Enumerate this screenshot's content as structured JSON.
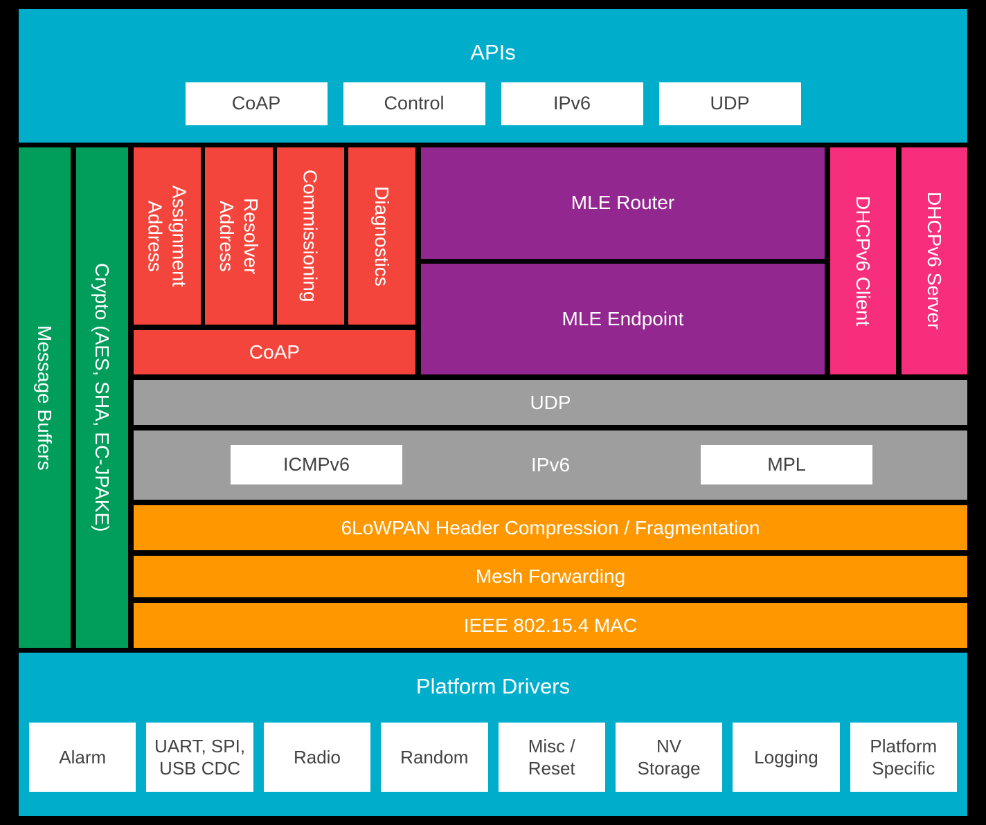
{
  "palette": {
    "background": "#000000",
    "cyan": "#00AECB",
    "green": "#009D5B",
    "red": "#F4453C",
    "purple": "#92278F",
    "pink": "#F62E7C",
    "gray": "#9E9E9E",
    "orange": "#FF9800",
    "box_text": "#424242"
  },
  "apis": {
    "title": "APIs",
    "boxes": [
      "CoAP",
      "Control",
      "IPv6",
      "UDP"
    ]
  },
  "vertical_bars": {
    "message_buffers": "Message Buffers",
    "crypto": "Crypto (AES, SHA, EC-JPAKE)"
  },
  "application": {
    "columns": [
      "Address\nAssignment",
      "Address\nResolver",
      "Commissioning",
      "Diagnostics"
    ],
    "coap": "CoAP",
    "mle_router": "MLE Router",
    "mle_endpoint": "MLE Endpoint",
    "dhcpv6_client": "DHCPv6 Client",
    "dhcpv6_server": "DHCPv6 Server"
  },
  "network": {
    "udp": "UDP",
    "ipv6": "IPv6",
    "icmpv6": "ICMPv6",
    "mpl": "MPL"
  },
  "link": {
    "sixlowpan": "6LoWPAN Header Compression / Fragmentation",
    "mesh_forwarding": "Mesh Forwarding",
    "mac": "IEEE 802.15.4 MAC"
  },
  "platform": {
    "title": "Platform Drivers",
    "boxes": [
      "Alarm",
      "UART, SPI,\nUSB CDC",
      "Radio",
      "Random",
      "Misc /\nReset",
      "NV\nStorage",
      "Logging",
      "Platform\nSpecific"
    ]
  }
}
